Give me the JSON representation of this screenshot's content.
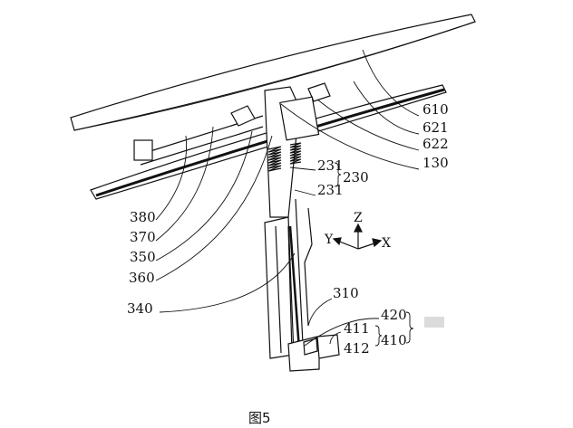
{
  "figure": {
    "caption": "图5",
    "labels": {
      "l610": "610",
      "l621": "621",
      "l622": "622",
      "l130": "130",
      "l231a": "231",
      "l230": "230",
      "l231b": "231",
      "l380": "380",
      "l370": "370",
      "l350": "350",
      "l360": "360",
      "l340": "340",
      "l310": "310",
      "l420": "420",
      "l411": "411",
      "l410": "410",
      "l412": "412"
    },
    "axes": {
      "z": "Z",
      "y": "Y",
      "x": "X"
    }
  }
}
